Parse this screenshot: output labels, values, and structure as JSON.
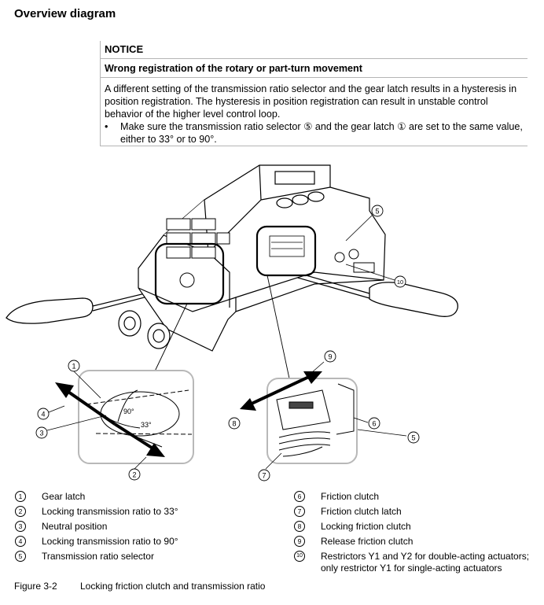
{
  "section_title": "Overview diagram",
  "notice": {
    "title": "NOTICE",
    "subtitle": "Wrong registration of the rotary or part-turn movement",
    "body": "A different setting of the transmission ratio selector and the gear latch results in a hysteresis in position registration. The hysteresis in position registration can result in unstable control behavior of the higher level control loop.",
    "bullet": "Make sure the transmission ratio selector ⑤ and the gear latch ①  are set to the same value, either to 33° or to 90°."
  },
  "figure": {
    "angle_90": "90°",
    "angle_33": "33°",
    "callouts": [
      "1",
      "2",
      "3",
      "4",
      "5",
      "6",
      "7",
      "8",
      "9",
      "10"
    ]
  },
  "legend": {
    "left": [
      {
        "num": "1",
        "text": "Gear latch"
      },
      {
        "num": "2",
        "text": "Locking transmission ratio to 33°"
      },
      {
        "num": "3",
        "text": "Neutral position"
      },
      {
        "num": "4",
        "text": "Locking transmission ratio to 90°"
      },
      {
        "num": "5",
        "text": "Transmission ratio selector"
      }
    ],
    "right": [
      {
        "num": "6",
        "text": "Friction clutch"
      },
      {
        "num": "7",
        "text": "Friction clutch latch"
      },
      {
        "num": "8",
        "text": "Locking friction clutch"
      },
      {
        "num": "9",
        "text": "Release friction clutch"
      },
      {
        "num": "10",
        "text": "Restrictors Y1 and Y2 for double-acting actuators; only restrictor Y1 for single-acting actuators"
      }
    ]
  },
  "caption": {
    "label": "Figure 3-2",
    "text": "Locking friction clutch and transmission ratio"
  }
}
